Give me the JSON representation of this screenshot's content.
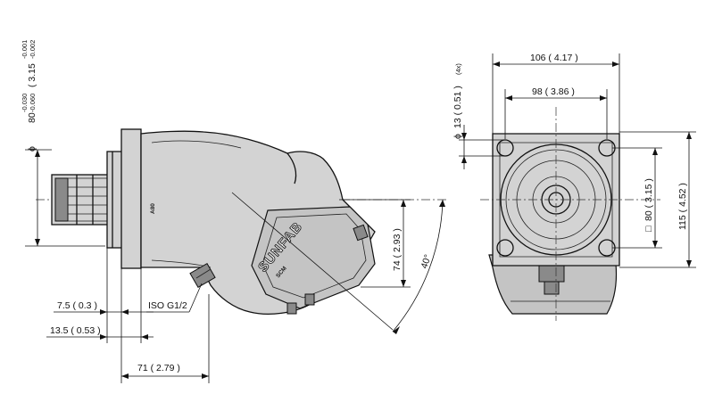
{
  "side_view": {
    "shaft_dia_label": "80",
    "shaft_dia_tol_upper": "-0.030",
    "shaft_dia_tol_lower": "-0.060",
    "shaft_dia_inch": "( 3.15",
    "shaft_dia_inch_tol_upper": "-0.001",
    "shaft_dia_inch_tol_lower": "-0.002",
    "dim_7_5": "7.5 ( 0.3 )",
    "dim_13_5": "13.5 ( 0.53 )",
    "dim_71": "71 ( 2.79 )",
    "dim_74": "74 ( 2.93 )",
    "angle": "40°",
    "port_label": "ISO G1/2",
    "brand": "SUNFAB",
    "body_mark_1": "A80",
    "body_mark_2": "SCM"
  },
  "front_view": {
    "dim_106": "106 ( 4.17 )",
    "dim_98": "98 ( 3.86 )",
    "hole_dia": "13 ( 0.51 )",
    "hole_count": "(4x)",
    "dim_80_square": "80 ( 3.15 )",
    "dim_115": "115 ( 4.52 )"
  },
  "symbols": {
    "diameter": "ϕ",
    "square": "□"
  }
}
